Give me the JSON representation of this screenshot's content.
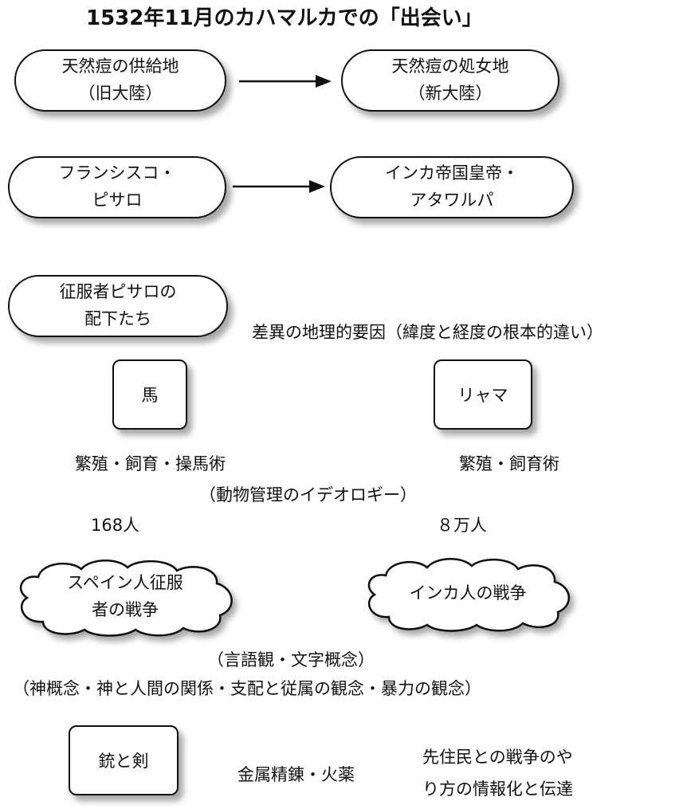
{
  "title": "1532年11月のカハマルカでの「出会い」",
  "row1": {
    "left": [
      "天然痘の供給地",
      "（旧大陸）"
    ],
    "right": [
      "天然痘の処女地",
      "（新大陸）"
    ]
  },
  "row2": {
    "left": [
      "フランシスコ・",
      "ピサロ"
    ],
    "right": [
      "インカ帝国皇帝・",
      "アタワルパ"
    ]
  },
  "conquerors": [
    "征服者ピサロの",
    "配下たち"
  ],
  "geo_factor": "差異の地理的要因（緯度と経度の根本的違い）",
  "horse": "馬",
  "llama": "リャマ",
  "horse_skills": "繁殖・飼育・操馬術",
  "llama_skills": "繁殖・飼育術",
  "ideology": "（動物管理のイデオロギー）",
  "count_left": "168人",
  "count_right": "８万人",
  "cloud_left": [
    "スペイン人征服",
    "者の戦争"
  ],
  "cloud_right": [
    "インカ人の戦争"
  ],
  "concepts_line1": "（言語観・文字概念）",
  "concepts_line2": "（神概念・神と人間の関係・支配と従属の観念・暴力の観念）",
  "weapons": "銃と剣",
  "metal": "金属精錬・火薬",
  "info": [
    "先住民との戦争のや",
    "り方の情報化と伝達"
  ]
}
